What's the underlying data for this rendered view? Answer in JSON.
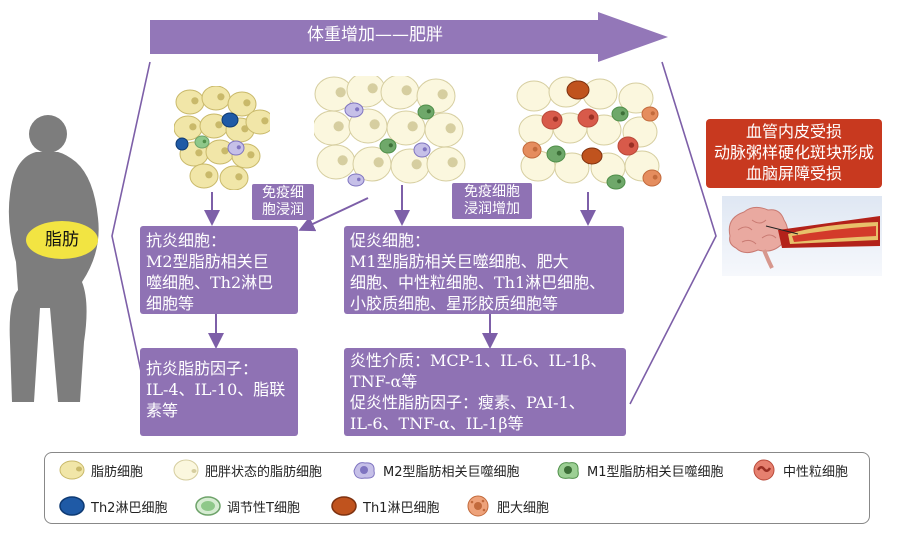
{
  "banner": {
    "label": "体重增加——肥胖"
  },
  "body_label": "脂肪",
  "tags": {
    "left": [
      "免疫细",
      "胞浸润"
    ],
    "right": [
      "免疫细胞",
      "浸润增加"
    ]
  },
  "anti_cells": {
    "lines": [
      "抗炎细胞：",
      "M2型脂肪相关巨",
      "噬细胞、Th2淋巴",
      "细胞等"
    ]
  },
  "pro_cells": {
    "lines": [
      "促炎细胞：",
      "M1型脂肪相关巨噬细胞、肥大",
      "细胞、中性粒细胞、Th1淋巴细胞、",
      "小胶质细胞、星形胶质细胞等"
    ]
  },
  "anti_factors": {
    "lines": [
      "抗炎脂肪因子：",
      "IL-4、IL-10、脂联",
      "素等"
    ]
  },
  "pro_factors": {
    "lines": [
      "炎性介质：MCP-1、IL-6、IL-1β、",
      "TNF-α等",
      "促炎性脂肪因子：瘦素、PAI-1、",
      "IL-6、TNF-α、IL-1β等"
    ]
  },
  "damage": {
    "lines": [
      "血管内皮受损",
      "动脉粥样硬化斑块形成",
      "血脑屏障受损"
    ]
  },
  "legend": {
    "items": [
      {
        "label": "脂肪细胞",
        "icon": "adipocyte-icon"
      },
      {
        "label": "肥胖状态的脂肪细胞",
        "icon": "obese-adipocyte-icon"
      },
      {
        "label": "M2型脂肪相关巨噬细胞",
        "icon": "m2-macrophage-icon"
      },
      {
        "label": "M1型脂肪相关巨噬细胞",
        "icon": "m1-macrophage-icon"
      },
      {
        "label": "中性粒细胞",
        "icon": "neutrophil-icon"
      },
      {
        "label": "Th2淋巴细胞",
        "icon": "th2-lymphocyte-icon"
      },
      {
        "label": "调节性T细胞",
        "icon": "treg-cell-icon"
      },
      {
        "label": "Th1淋巴细胞",
        "icon": "th1-lymphocyte-icon"
      },
      {
        "label": "肥大细胞",
        "icon": "mast-cell-icon"
      }
    ]
  },
  "colors": {
    "purple": "#8f72b4",
    "banner": "#9377b8",
    "danger": "#c8391f",
    "adipocyte": "#f1e6a8",
    "obese_adipocyte": "#fbf7de",
    "m2": "#9a8fd0",
    "m1": "#6fa86a",
    "neutrophil": "#d85a4a",
    "th2": "#1f5aa6",
    "treg": "#8fc88a",
    "th1": "#c0531e",
    "mast": "#e58d5e"
  }
}
